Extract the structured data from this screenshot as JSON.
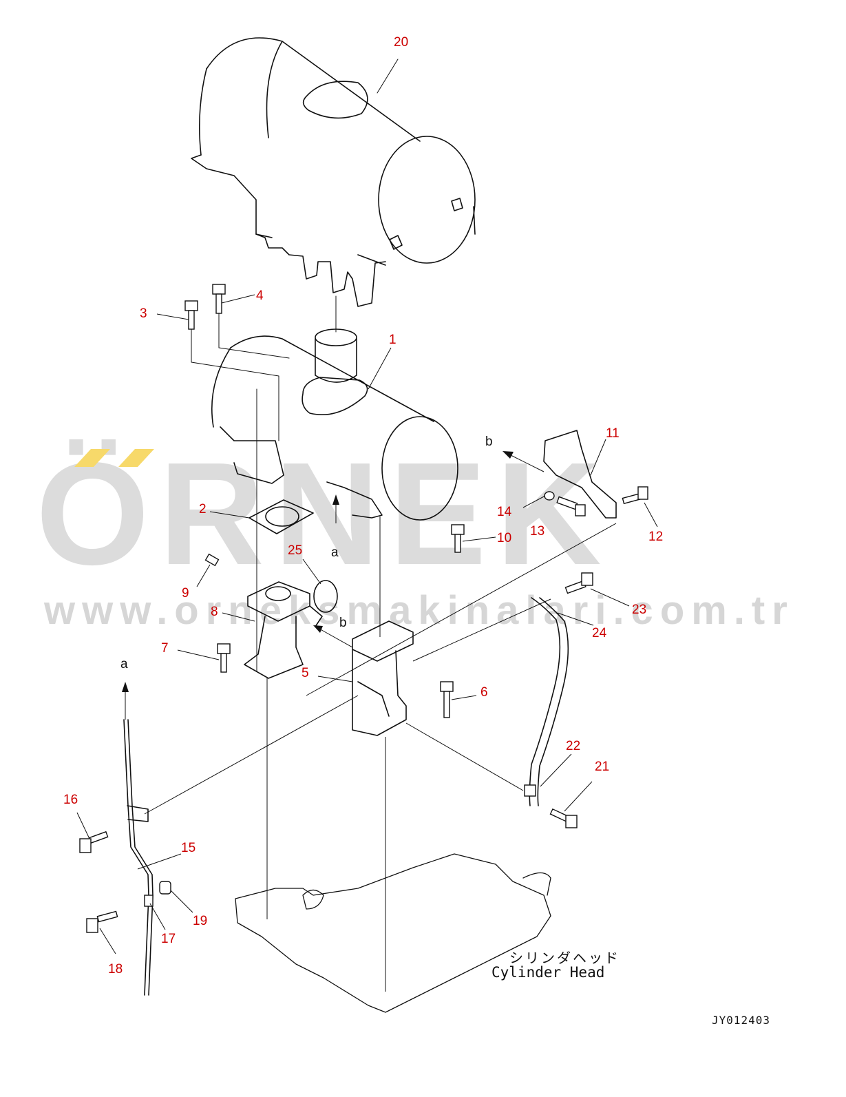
{
  "watermark": {
    "brand": "ÖRNEK",
    "url": "www.orneksmakinalari.com.tr",
    "accent_color": "#f7d96a"
  },
  "callouts": [
    {
      "id": "20",
      "text": "20"
    },
    {
      "id": "4",
      "text": "4"
    },
    {
      "id": "3",
      "text": "3"
    },
    {
      "id": "1",
      "text": "1"
    },
    {
      "id": "11",
      "text": "11"
    },
    {
      "id": "2",
      "text": "2"
    },
    {
      "id": "14",
      "text": "14"
    },
    {
      "id": "13",
      "text": "13"
    },
    {
      "id": "12",
      "text": "12"
    },
    {
      "id": "10",
      "text": "10"
    },
    {
      "id": "25",
      "text": "25"
    },
    {
      "id": "9",
      "text": "9"
    },
    {
      "id": "8",
      "text": "8"
    },
    {
      "id": "23",
      "text": "23"
    },
    {
      "id": "24",
      "text": "24"
    },
    {
      "id": "7",
      "text": "7"
    },
    {
      "id": "5",
      "text": "5"
    },
    {
      "id": "6",
      "text": "6"
    },
    {
      "id": "22",
      "text": "22"
    },
    {
      "id": "21",
      "text": "21"
    },
    {
      "id": "16",
      "text": "16"
    },
    {
      "id": "15",
      "text": "15"
    },
    {
      "id": "19",
      "text": "19"
    },
    {
      "id": "17",
      "text": "17"
    },
    {
      "id": "18",
      "text": "18"
    }
  ],
  "refs": {
    "a1": "a",
    "a2": "a",
    "b1": "b",
    "b2": "b"
  },
  "cylinder_head": {
    "jp": "シリンダヘッド",
    "en": "Cylinder Head"
  },
  "drawing_code": "JY012403",
  "colors": {
    "callout": "#cc0000",
    "line": "#111111"
  }
}
